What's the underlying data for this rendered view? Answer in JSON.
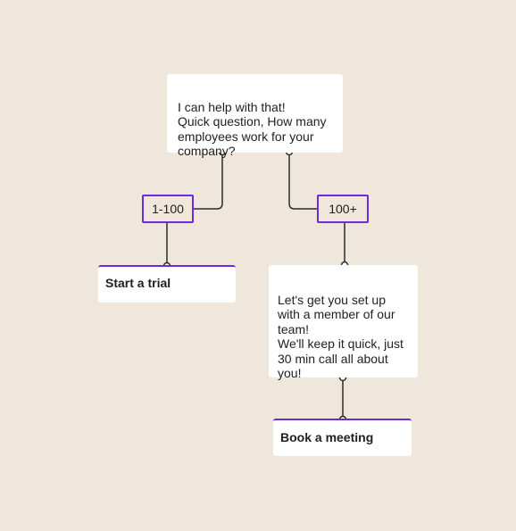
{
  "flow": {
    "question": {
      "text": "I can help with that!\nQuick question, How many employees work for your company?"
    },
    "options": [
      {
        "label": "1-100"
      },
      {
        "label": "100+"
      }
    ],
    "outcomes": {
      "trial": {
        "title": "Start a trial"
      },
      "sales_message": {
        "text": "Let's get you set up with a member of our team!\nWe'll keep it quick, just 30 min call all about you!"
      },
      "meeting": {
        "title": "Book a meeting"
      }
    }
  },
  "colors": {
    "background": "#efe6dc",
    "accent": "#6b2bd6",
    "connector": "#2b2b2b"
  }
}
